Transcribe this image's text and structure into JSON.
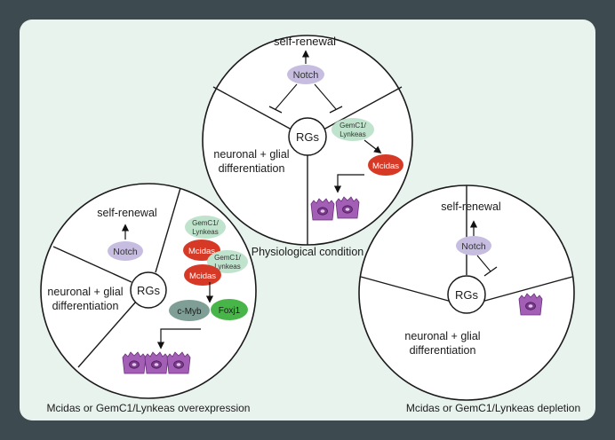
{
  "panels": {
    "physiological": {
      "caption": "Physiological condition",
      "self_renewal": "self-renewal",
      "notch": "Notch",
      "rgs": "RGs",
      "differentiation_line1": "neuronal + glial",
      "differentiation_line2": "differentiation",
      "gemc1_line1": "GemC1/",
      "gemc1_line2": "Lynkeas",
      "mcidas": "Mcidas"
    },
    "overexpression": {
      "caption": "Mcidas or GemC1/Lynkeas overexpression",
      "self_renewal": "self-renewal",
      "notch": "Notch",
      "rgs": "RGs",
      "differentiation_line1": "neuronal + glial",
      "differentiation_line2": "differentiation",
      "gemc1_line1": "GemC1/",
      "gemc1_line2": "Lynkeas",
      "mcidas": "Mcidas",
      "cmyb": "c-Myb",
      "foxj1": "Foxj1"
    },
    "depletion": {
      "caption": "Mcidas or GemC1/Lynkeas depletion",
      "self_renewal": "self-renewal",
      "notch": "Notch",
      "rgs": "RGs",
      "differentiation_line1": "neuronal + glial",
      "differentiation_line2": "differentiation"
    }
  },
  "colors": {
    "frame": "#3d4b51",
    "panel_bg": "#e9f3ee",
    "notch": "#c6bde0",
    "gemc1": "#bfe3cc",
    "mcidas": "#d63a27",
    "cmyb": "#7f9e95",
    "foxj1": "#48b549",
    "cell": "#a35fb5"
  }
}
